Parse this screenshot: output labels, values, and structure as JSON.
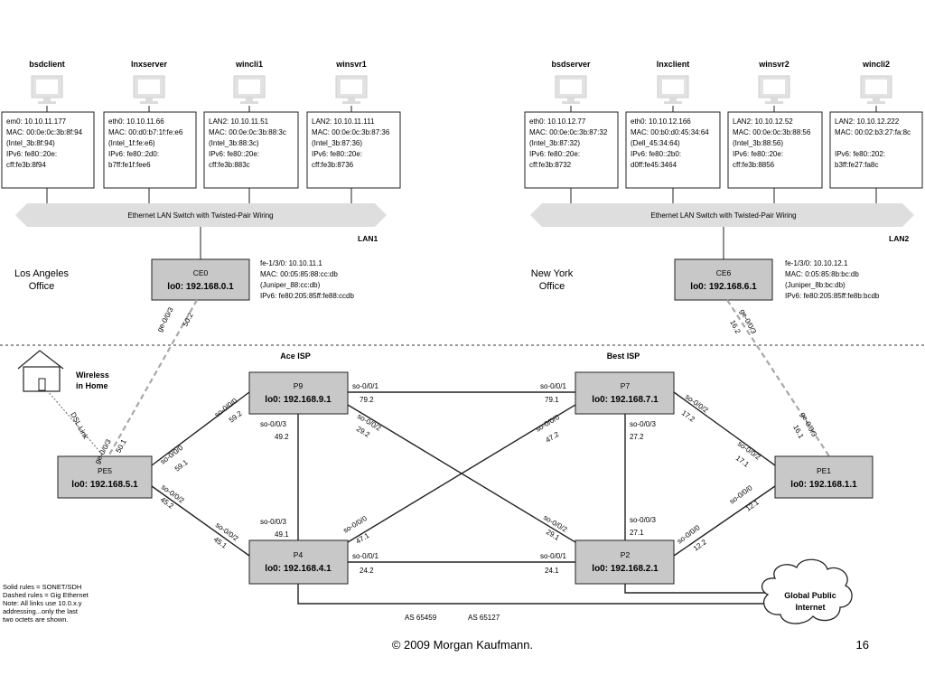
{
  "hosts": [
    {
      "name": "bsdclient",
      "info": [
        "em0: 10.10.11.177",
        "MAC: 00:0e:0c:3b:8f:94",
        "(Intel_3b:8f:94)",
        "IPv6: fe80::20e:",
        "cff:fe3b:8f94"
      ]
    },
    {
      "name": "lnxserver",
      "info": [
        "eth0: 10.10.11.66",
        "MAC: 00:d0:b7:1f:fe:e6",
        "(Intel_1f:fe:e6)",
        "IPv6: fe80::2d0:",
        "b7ff:fe1f:fee6"
      ]
    },
    {
      "name": "wincli1",
      "info": [
        "LAN2: 10.10.11.51",
        "MAC: 00:0e:0c:3b:88:3c",
        "(Intel_3b:88:3c)",
        "IPv6: fe80::20e:",
        "cff:fe3b:883c"
      ]
    },
    {
      "name": "winsvr1",
      "info": [
        "LAN2: 10.10.11.111",
        "MAC: 00:0e:0c:3b:87:36",
        "(Intel_3b:87:36)",
        "IPv6: fe80::20e:",
        "cff:fe3b:8736"
      ]
    },
    {
      "name": "bsdserver",
      "info": [
        "eth0: 10.10.12.77",
        "MAC: 00:0e:0c:3b:87:32",
        "(Intel_3b:87:32)",
        "IPv6: fe80::20e:",
        "cff:fe3b:8732"
      ]
    },
    {
      "name": "lnxclient",
      "info": [
        "eth0: 10.10.12.166",
        "MAC: 00:b0:d0:45:34:64",
        "(Dell_45:34:64)",
        "IPv6: fe80::2b0:",
        "d0ff:fe45:3464"
      ]
    },
    {
      "name": "winsvr2",
      "info": [
        "LAN2: 10.10.12.52",
        "MAC: 00:0e:0c:3b:88:56",
        "(Intel_3b:88:56)",
        "IPv6: fe80::20e:",
        "cff:fe3b:8856"
      ]
    },
    {
      "name": "wincli2",
      "info": [
        "LAN2: 10.10.12.222",
        "MAC: 00:02:b3:27:fa:8c",
        "",
        "IPv6: fe80::202:",
        "b3ff:fe27:fa8c"
      ]
    }
  ],
  "switch_label": "Ethernet LAN Switch with Twisted-Pair Wiring",
  "lan1": "LAN1",
  "lan2": "LAN2",
  "office_la": [
    "Los Angeles",
    "Office"
  ],
  "office_ny": [
    "New York",
    "Office"
  ],
  "ce0": {
    "name": "CE0",
    "lo": "lo0: 192.168.0.1",
    "info": [
      "fe-1/3/0: 10.10.11.1",
      "MAC: 00:05:85:88:cc:db",
      "(Juniper_88:cc:db)",
      "IPv6: fe80:205:85ff:fe88:ccdb"
    ]
  },
  "ce6": {
    "name": "CE6",
    "lo": "lo0: 192.168.6.1",
    "info": [
      "fe-1/3/0: 10.10.12.1",
      "MAC: 0:05:85:8b:bc:db",
      "(Juniper_8b:bc:db)",
      "IPv6: fe80:205:85ff:fe8b:bcdb"
    ]
  },
  "routers": {
    "p9": {
      "name": "P9",
      "lo": "lo0: 192.168.9.1"
    },
    "p7": {
      "name": "P7",
      "lo": "lo0: 192.168.7.1"
    },
    "pe5": {
      "name": "PE5",
      "lo": "lo0: 192.168.5.1"
    },
    "pe1": {
      "name": "PE1",
      "lo": "lo0: 192.168.1.1"
    },
    "p4": {
      "name": "P4",
      "lo": "lo0: 192.168.4.1"
    },
    "p2": {
      "name": "P2",
      "lo": "lo0: 192.168.2.1"
    }
  },
  "ace_isp": "Ace ISP",
  "best_isp": "Best ISP",
  "wireless": [
    "Wireless",
    "in Home"
  ],
  "dsl_link": "DSL Link",
  "global_internet": [
    "Global Public",
    "Internet"
  ],
  "interfaces": {
    "ce0_ge": "ge-0/0/3",
    "ce0_ge_ip": "50.2",
    "ce6_ge": "ge-0/0/3",
    "ce6_ge_ip": "16.2",
    "pe5_ge": "ge-0/0/3",
    "pe5_ge_ip": "50.1",
    "pe1_ge": "ge-0/0/3",
    "pe1_ge_ip": "16.1",
    "p9_so0": "so-0/0/0",
    "p9_so0_ip": "59.2",
    "pe5_so0": "so-0/0/0",
    "pe5_so0_ip": "59.1",
    "pe5_so2": "so-0/0/2",
    "pe5_so2_ip": "45.2",
    "p4_so2": "so-0/0/2",
    "p4_so2_ip": "45.1",
    "p9_so1": "so-0/0/1",
    "p9_so1_ip": "79.2",
    "p7_so1": "so-0/0/1",
    "p7_so1_ip": "79.1",
    "p9_so3": "so-0/0/3",
    "p9_so3_ip": "49.2",
    "p4_so3": "so-0/0/3",
    "p4_so3_ip": "49.1",
    "p9_so2": "so-0/0/2",
    "p9_so2_ip": "29.2",
    "p2_so2": "so-0/0/2",
    "p2_so2_ip": "29.1",
    "p7_so0": "so-0/0/0",
    "p7_so0_ip": "47.2",
    "p4_so0": "so-0/0/0",
    "p4_so0_ip": "47.1",
    "p7_so3": "so-0/0/3",
    "p7_so3_ip": "27.2",
    "p2_so3": "so-0/0/3",
    "p2_so3_ip": "27.1",
    "p7_so2": "so-0/0/2",
    "p7_so2_ip": "17.2",
    "pe1_so2": "so-0/0/2",
    "pe1_so2_ip": "17.1",
    "pe1_so0": "so-0/0/0",
    "pe1_so0_ip": "12.1",
    "p2_so0": "so-0/0/0",
    "p2_so0_ip": "12.2",
    "p4_so1": "so-0/0/1",
    "p4_so1_ip": "24.2",
    "p2_so1": "so-0/0/1",
    "p2_so1_ip": "24.1"
  },
  "as_left": "AS 65459",
  "as_right": "AS 65127",
  "legend": [
    "Solid rules = SONET/SDH",
    "Dashed rules = Gig Ethernet",
    "Note: All links use 10.0.x.y",
    "addressing...only the last",
    "two octets are shown."
  ],
  "copyright": "© 2009 Morgan Kaufmann.",
  "page_number": "16",
  "colors": {
    "router_fill": "#c8c8c8",
    "band_fill": "#dedede",
    "link_dashed": "#a8a8a8",
    "line": "#222222"
  }
}
